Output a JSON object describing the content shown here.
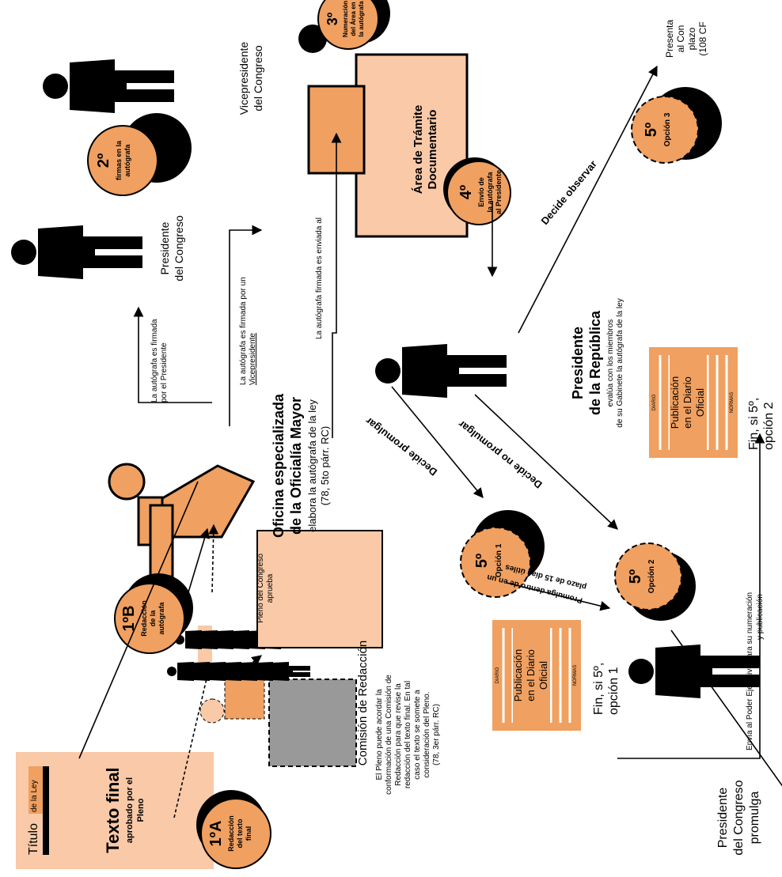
{
  "colors": {
    "orange": "#f0a060",
    "peach": "#f9c9a8",
    "gray": "#999999",
    "black": "#000000"
  },
  "doc": {
    "title_1": "Título",
    "title_2": "de la Ley",
    "main_1": "Texto final",
    "main_2": "aprobado por el",
    "main_3": "Pleno"
  },
  "steps": {
    "s1a": {
      "num": "1ºA",
      "l1": "Redacción",
      "l2": "del texto",
      "l3": "final"
    },
    "s1b": {
      "num": "1ºB",
      "l1": "Redacción",
      "l2": "de la",
      "l3": "autógrafa"
    },
    "s2": {
      "num": "2º",
      "l1": "firmas en la",
      "l2": "autógrafa"
    },
    "s3": {
      "num": "3º",
      "l1": "Numeración",
      "l2": "del Área en",
      "l3": "la autógrafa"
    },
    "s4": {
      "num": "4º",
      "l1": "Envío de",
      "l2": "la autógrafa",
      "l3": "al Presidente"
    },
    "op1": {
      "num": "5º",
      "l1": "Opción 1"
    },
    "op2": {
      "num": "5º",
      "l1": "Opción 2"
    },
    "op3": {
      "num": "5º",
      "l1": "Opción 3"
    }
  },
  "comision": {
    "title": "Comisión de Redacción",
    "l1": "El Pleno puede acordar la",
    "l2": "conformación de una Comisión de",
    "l3": "Redacción para que revise la",
    "l4": "redacción del texto final. En tal",
    "l5": "caso el texto se somete a",
    "l6": "consideración del Pleno.",
    "l7": "(78, 3er párr. RC)"
  },
  "pleno": {
    "l1": "Pleno del Congreso",
    "l2": "aprueba"
  },
  "oficina": {
    "l1": "Oficina especializada",
    "l2": "de la Oficialía Mayor",
    "l3": "elabora la autógrafa de la ley",
    "l4": "(78, 5to párr. RC)"
  },
  "flows": {
    "f1a": "La autógrafa es firmada",
    "f1b": "por el Presidente",
    "f2a": "La autógrafa es firmada por un",
    "f2b": "Vicepresidente",
    "f3": "La autógrafa firmada es enviada al"
  },
  "people": {
    "pc_1": "Presidente",
    "pc_2": "del Congreso",
    "vp_1": "Vicepresidente",
    "vp_2": "del Congreso"
  },
  "area": {
    "l1": "Área de Trámite",
    "l2": "Documentario"
  },
  "presidente": {
    "l1": "Presidente",
    "l2": "de la República",
    "l3": "evalúa con los miembros",
    "l4": "de su Gabinete la autógrafa de la ley"
  },
  "decisions": {
    "observar": "Decide observar",
    "promulgar": "Decide promulgar",
    "no_promulgar": "Decide no promulgar"
  },
  "opc1": {
    "l1": "Promulga dentro de en un",
    "l2": "plazo de 15 días útiles"
  },
  "opc3": {
    "l1": "Presenta",
    "l2": "al Con",
    "l3": "plazo",
    "l4": "(108 CF"
  },
  "pub": {
    "l1": "Publicación",
    "l2": "en el Diario",
    "l3": "Oficial",
    "hdr": "DIARIO",
    "ftr": "NORMAS"
  },
  "fin1": {
    "l1": "Fin, si 5º,",
    "l2": "opción 1"
  },
  "fin2": {
    "l1": "Fin, si 5º,",
    "l2": "opción 2"
  },
  "envia": {
    "l1": "Envía al Poder Ejecutivo para su numeración",
    "l2": "y publicación"
  },
  "pc_promulga": {
    "l1": "Presidente",
    "l2": "del Congreso",
    "l3": "promulga"
  }
}
